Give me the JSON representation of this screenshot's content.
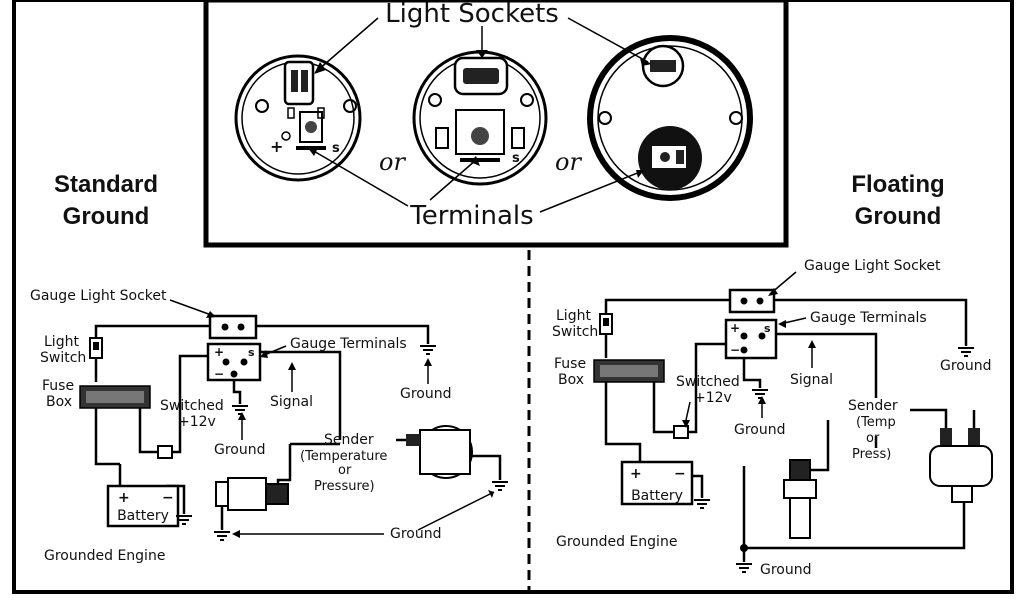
{
  "top_panel": {
    "light_sockets_label": "Light Sockets",
    "terminals_label": "Terminals",
    "or_1": "or",
    "or_2": "or",
    "plus_mark": "+",
    "s_mark_1": "s",
    "s_mark_2": "s"
  },
  "left_heading": {
    "line1": "Standard",
    "line2": "Ground"
  },
  "right_heading": {
    "line1": "Floating",
    "line2": "Ground"
  },
  "standard": {
    "gauge_light_socket": "Gauge Light Socket",
    "light_switch_1": "Light",
    "light_switch_2": "Switch",
    "fuse_box_1": "Fuse",
    "fuse_box_2": "Box",
    "gauge_terminals": "Gauge Terminals",
    "plus": "+",
    "minus": "−",
    "s": "s",
    "switched": "Switched",
    "plus12v": "+12v",
    "signal": "Signal",
    "ground_top": "Ground",
    "ground_mid": "Ground",
    "sender": "Sender",
    "sender_type_1": "(Temperature",
    "sender_type_2": "or",
    "sender_type_3": "Pressure)",
    "battery": "Battery",
    "batt_plus": "+",
    "batt_minus": "−",
    "ground_bottom": "Ground",
    "grounded_engine": "Grounded Engine"
  },
  "floating": {
    "gauge_light_socket": "Gauge Light Socket",
    "light_switch_1": "Light",
    "light_switch_2": "Switch",
    "fuse_box_1": "Fuse",
    "fuse_box_2": "Box",
    "gauge_terminals": "Gauge Terminals",
    "plus": "+",
    "minus": "−",
    "s": "s",
    "switched": "Switched",
    "plus12v": "+12v",
    "signal": "Signal",
    "ground_right": "Ground",
    "ground_mid": "Ground",
    "sender": "Sender",
    "sender_type_1": "(Temp",
    "sender_type_2": "or",
    "sender_type_3": "Press)",
    "battery": "Battery",
    "batt_plus": "+",
    "batt_minus": "−",
    "grounded_engine": "Grounded Engine",
    "ground_bottom": "Ground"
  }
}
